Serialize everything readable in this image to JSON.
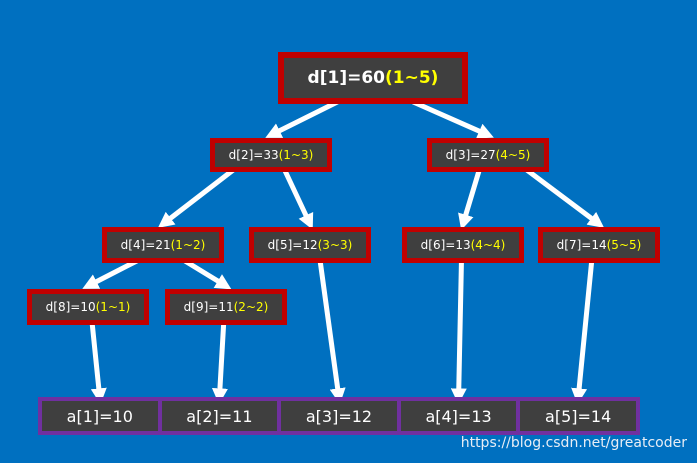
{
  "nodes": {
    "d1": {
      "label": "d[1]=60",
      "range": "(1~5)"
    },
    "d2": {
      "label": "d[2]=33",
      "range": "(1~3)"
    },
    "d3": {
      "label": "d[3]=27",
      "range": "(4~5)"
    },
    "d4": {
      "label": "d[4]=21",
      "range": "(1~2)"
    },
    "d5": {
      "label": "d[5]=12",
      "range": "(3~3)"
    },
    "d6": {
      "label": "d[6]=13",
      "range": "(4~4)"
    },
    "d7": {
      "label": "d[7]=14",
      "range": "(5~5)"
    },
    "d8": {
      "label": "d[8]=10",
      "range": "(1~1)"
    },
    "d9": {
      "label": "d[9]=11",
      "range": "(2~2)"
    }
  },
  "leaves": [
    "a[1]=10",
    "a[2]=11",
    "a[3]=12",
    "a[4]=13",
    "a[5]=14"
  ],
  "edges": [
    [
      "d1",
      "d2"
    ],
    [
      "d1",
      "d3"
    ],
    [
      "d2",
      "d4"
    ],
    [
      "d2",
      "d5"
    ],
    [
      "d3",
      "d6"
    ],
    [
      "d3",
      "d7"
    ],
    [
      "d4",
      "d8"
    ],
    [
      "d4",
      "d9"
    ],
    [
      "d8",
      "a1"
    ],
    [
      "d9",
      "a2"
    ],
    [
      "d5",
      "a3"
    ],
    [
      "d6",
      "a4"
    ],
    [
      "d7",
      "a5"
    ]
  ],
  "watermark": "https://blog.csdn.net/greatcoder",
  "colors": {
    "background": "#0070c0",
    "node_fill": "#3f3f3f",
    "node_border": "#c00000",
    "range_text": "#ffff00",
    "leaf_border": "#7030a0",
    "arrow": "#ffffff"
  }
}
